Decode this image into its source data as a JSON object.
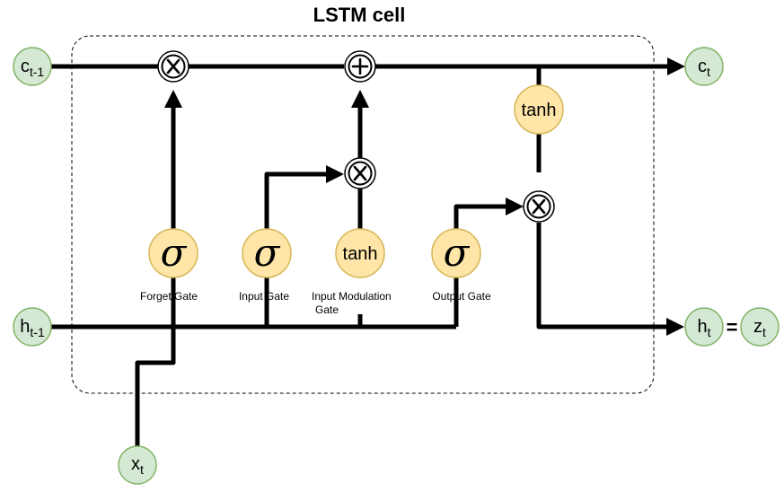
{
  "title": "LSTM cell",
  "inputs": {
    "c_prev": {
      "main": "c",
      "sub": "t-1"
    },
    "h_prev": {
      "main": "h",
      "sub": "t-1"
    },
    "x": {
      "main": "x",
      "sub": "t"
    }
  },
  "outputs": {
    "c": {
      "main": "c",
      "sub": "t"
    },
    "h": {
      "main": "h",
      "sub": "t"
    },
    "equals": "=",
    "z": {
      "main": "z",
      "sub": "t"
    }
  },
  "gates": {
    "forget": {
      "symbol": "σ",
      "label": "Forget Gate"
    },
    "input": {
      "symbol": "σ",
      "label": "Input Gate"
    },
    "modulation": {
      "symbol": "tanh",
      "label_line1": "Input Modulation",
      "label_line2": "Gate"
    },
    "output": {
      "symbol": "σ",
      "label": "Output Gate"
    },
    "cell_tanh": {
      "symbol": "tanh"
    }
  },
  "operations": {
    "forget_mult": "multiply-icon",
    "cell_add": "plus-icon",
    "input_mult": "multiply-icon",
    "output_mult": "multiply-icon"
  },
  "colors": {
    "io_fill": "#d5e8d4",
    "io_stroke": "#82b366",
    "gate_fill": "#ffe6a8",
    "gate_stroke": "#d6b656",
    "wire": "#000000"
  }
}
